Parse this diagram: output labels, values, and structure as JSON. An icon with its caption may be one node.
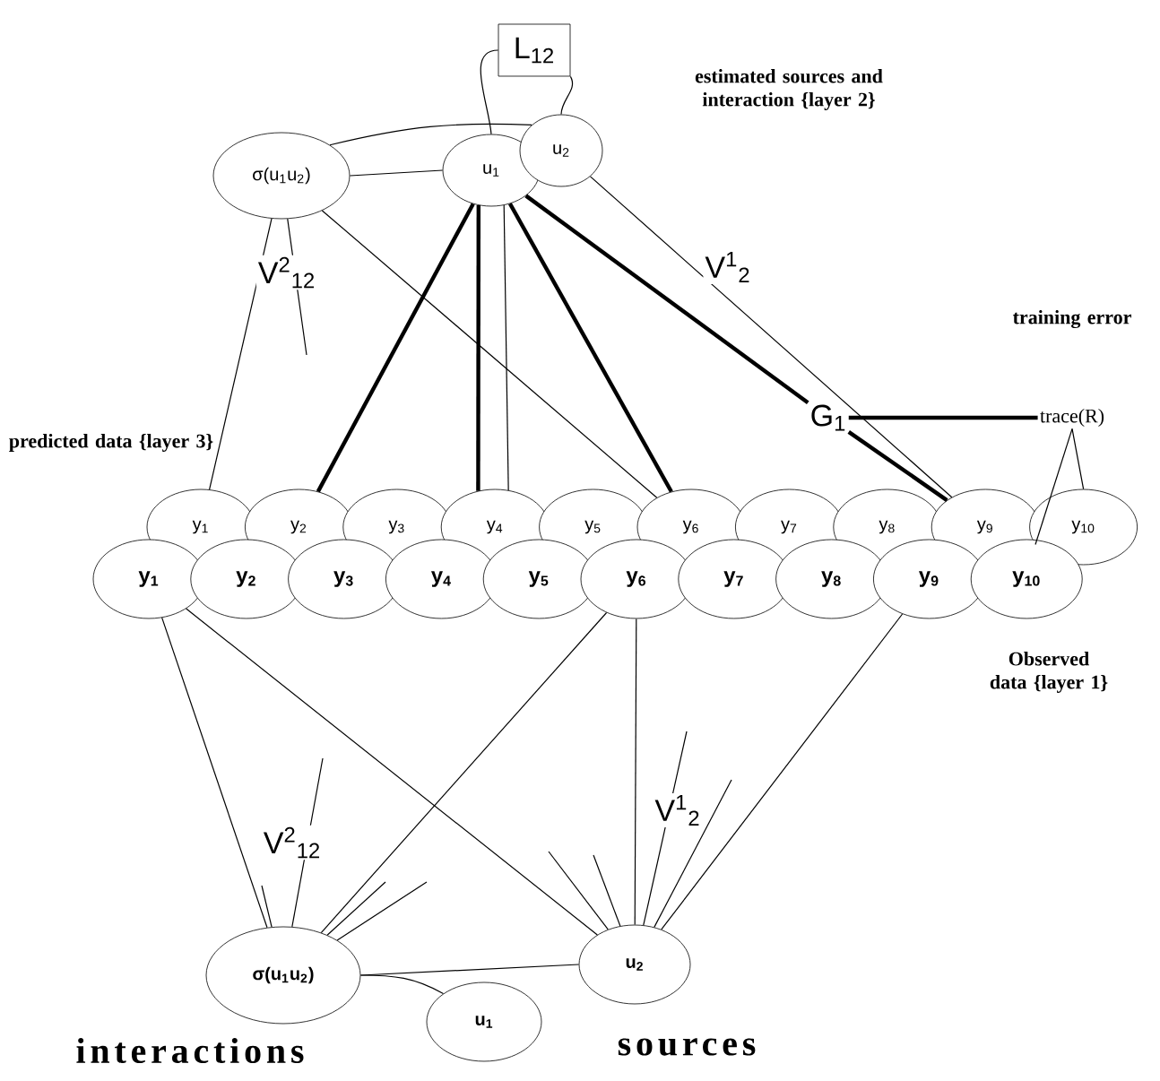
{
  "diagram": {
    "nodes": [
      {
        "text": [
          "L$_{12}$"
        ]
      },
      {
        "text": [
          "σ(u$_{1}$u$_{2}$)"
        ]
      },
      {
        "text": [
          "u$_{1}$"
        ]
      },
      {
        "text": [
          "u$_{2}$"
        ]
      },
      {
        "text": [
          "y$_{1}$"
        ]
      },
      {
        "text": [
          "y$_{2}$"
        ]
      },
      {
        "text": [
          "y$_{3}$"
        ]
      },
      {
        "text": [
          "y$_{4}$"
        ]
      },
      {
        "text": [
          "y$_{5}$"
        ]
      },
      {
        "text": [
          "y$_{6}$"
        ]
      },
      {
        "text": [
          "y$_{7}$"
        ]
      },
      {
        "text": [
          "y$_{8}$"
        ]
      },
      {
        "text": [
          "y$_{9}$"
        ]
      },
      {
        "text": [
          "y$_{10}$"
        ]
      },
      {
        "text": [
          "y$_{1}$"
        ]
      },
      {
        "text": [
          "y$_{2}$"
        ]
      },
      {
        "text": [
          "y$_{3}$"
        ]
      },
      {
        "text": [
          "y$_{4}$"
        ]
      },
      {
        "text": [
          "y$_{5}$"
        ]
      },
      {
        "text": [
          "y$_{6}$"
        ]
      },
      {
        "text": [
          "y$_{7}$"
        ]
      },
      {
        "text": [
          "y$_{8}$"
        ]
      },
      {
        "text": [
          "y$_{9}$"
        ]
      },
      {
        "text": [
          "y$_{10}$"
        ]
      },
      {
        "text": [
          "σ(u$_{1}$u$_{2}$)"
        ]
      },
      {
        "text": [
          "u$_{2}$"
        ]
      },
      {
        "text": [
          "u$_{1}$"
        ]
      },
      {
        "text": [
          "G$_{1}$"
        ]
      },
      {
        "text": [
          "trace(R)"
        ]
      }
    ],
    "edges": [
      {
        "from": 0,
        "to": 2,
        "arrow": "none"
      },
      {
        "from": 0,
        "to": 3,
        "arrow": "none"
      },
      {
        "from": 1,
        "to": 2,
        "arrow": "none"
      },
      {
        "from": 1,
        "to": 3,
        "arrow": "none"
      },
      {
        "from": 2,
        "to": 5,
        "arrow": "none",
        "style": "thick"
      },
      {
        "from": 2,
        "to": 7,
        "arrow": "none",
        "style": "thick"
      },
      {
        "from": 2,
        "to": 7,
        "arrow": "none"
      },
      {
        "from": 2,
        "to": 9,
        "arrow": "none",
        "style": "thick"
      },
      {
        "from": 2,
        "to": 27,
        "arrow": "none",
        "style": "thick"
      },
      {
        "from": 27,
        "to": 12,
        "arrow": "none",
        "style": "thick"
      },
      {
        "from": 1,
        "to": 9,
        "arrow": "none"
      },
      {
        "from": 1,
        "to": 4,
        "arrow": "none"
      },
      {
        "from": 1,
        "to": null,
        "arrow": "none",
        "label": "V$^{2}$$_{12}$"
      },
      {
        "from": 3,
        "to": 12,
        "arrow": "none",
        "label": "V$^{1}$$_{2}$"
      },
      {
        "from": 27,
        "to": 28,
        "arrow": "none",
        "style": "thick"
      },
      {
        "from": 13,
        "to": 28,
        "arrow": "none"
      },
      {
        "from": 13,
        "to": 28,
        "arrow": "none"
      },
      {
        "from": 14,
        "to": 24,
        "arrow": "none"
      },
      {
        "from": 14,
        "to": 25,
        "arrow": "none"
      },
      {
        "from": 19,
        "to": 24,
        "arrow": "none"
      },
      {
        "from": 19,
        "to": 25,
        "arrow": "none"
      },
      {
        "from": 22,
        "to": 25,
        "arrow": "none"
      },
      {
        "from": 24,
        "to": 25,
        "arrow": "none"
      },
      {
        "from": 24,
        "to": 26,
        "arrow": "none"
      },
      {
        "from": 24,
        "to": null,
        "arrow": "none"
      },
      {
        "from": 24,
        "to": null,
        "arrow": "none",
        "label": "V$^{2}$$_{12}$"
      },
      {
        "from": 24,
        "to": null,
        "arrow": "none"
      },
      {
        "from": 24,
        "to": null,
        "arrow": "none"
      },
      {
        "from": 25,
        "to": null,
        "arrow": "none"
      },
      {
        "from": 25,
        "to": null,
        "arrow": "none"
      },
      {
        "from": 25,
        "to": null,
        "arrow": "none",
        "label": "V$^{1}$$_{2}$"
      },
      {
        "from": 25,
        "to": null,
        "arrow": "none"
      }
    ],
    "labels": [
      "estimated sources and interaction {layer 2}",
      "training error",
      "predicted data {layer 3}",
      "Observed data {layer 1}",
      "interactions",
      "sources"
    ]
  }
}
